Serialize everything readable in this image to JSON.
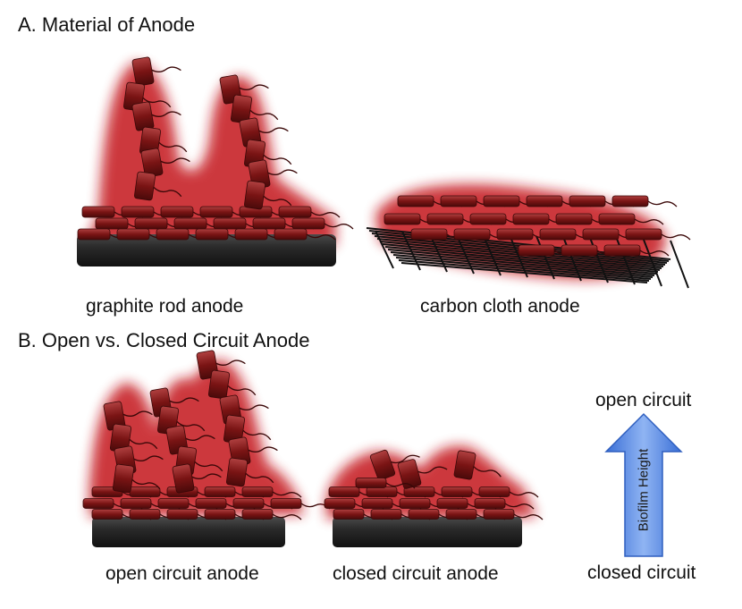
{
  "section_a": {
    "title": "A. Material of Anode",
    "left_label": "graphite rod anode",
    "right_label": "carbon cloth anode"
  },
  "section_b": {
    "title": "B. Open vs. Closed Circuit Anode",
    "left_label": "open circuit anode",
    "middle_label": "closed circuit anode"
  },
  "height_scale": {
    "top_label": "open circuit",
    "bottom_label": "closed circuit",
    "arrow_label": "Biofilm Height",
    "arrow_icon": "up-arrow-icon"
  },
  "colors": {
    "biofilm": "#c4141e",
    "bacteria": "#7a1414",
    "electrode": "#2b2b2b",
    "arrow": "#4a7fe0"
  }
}
